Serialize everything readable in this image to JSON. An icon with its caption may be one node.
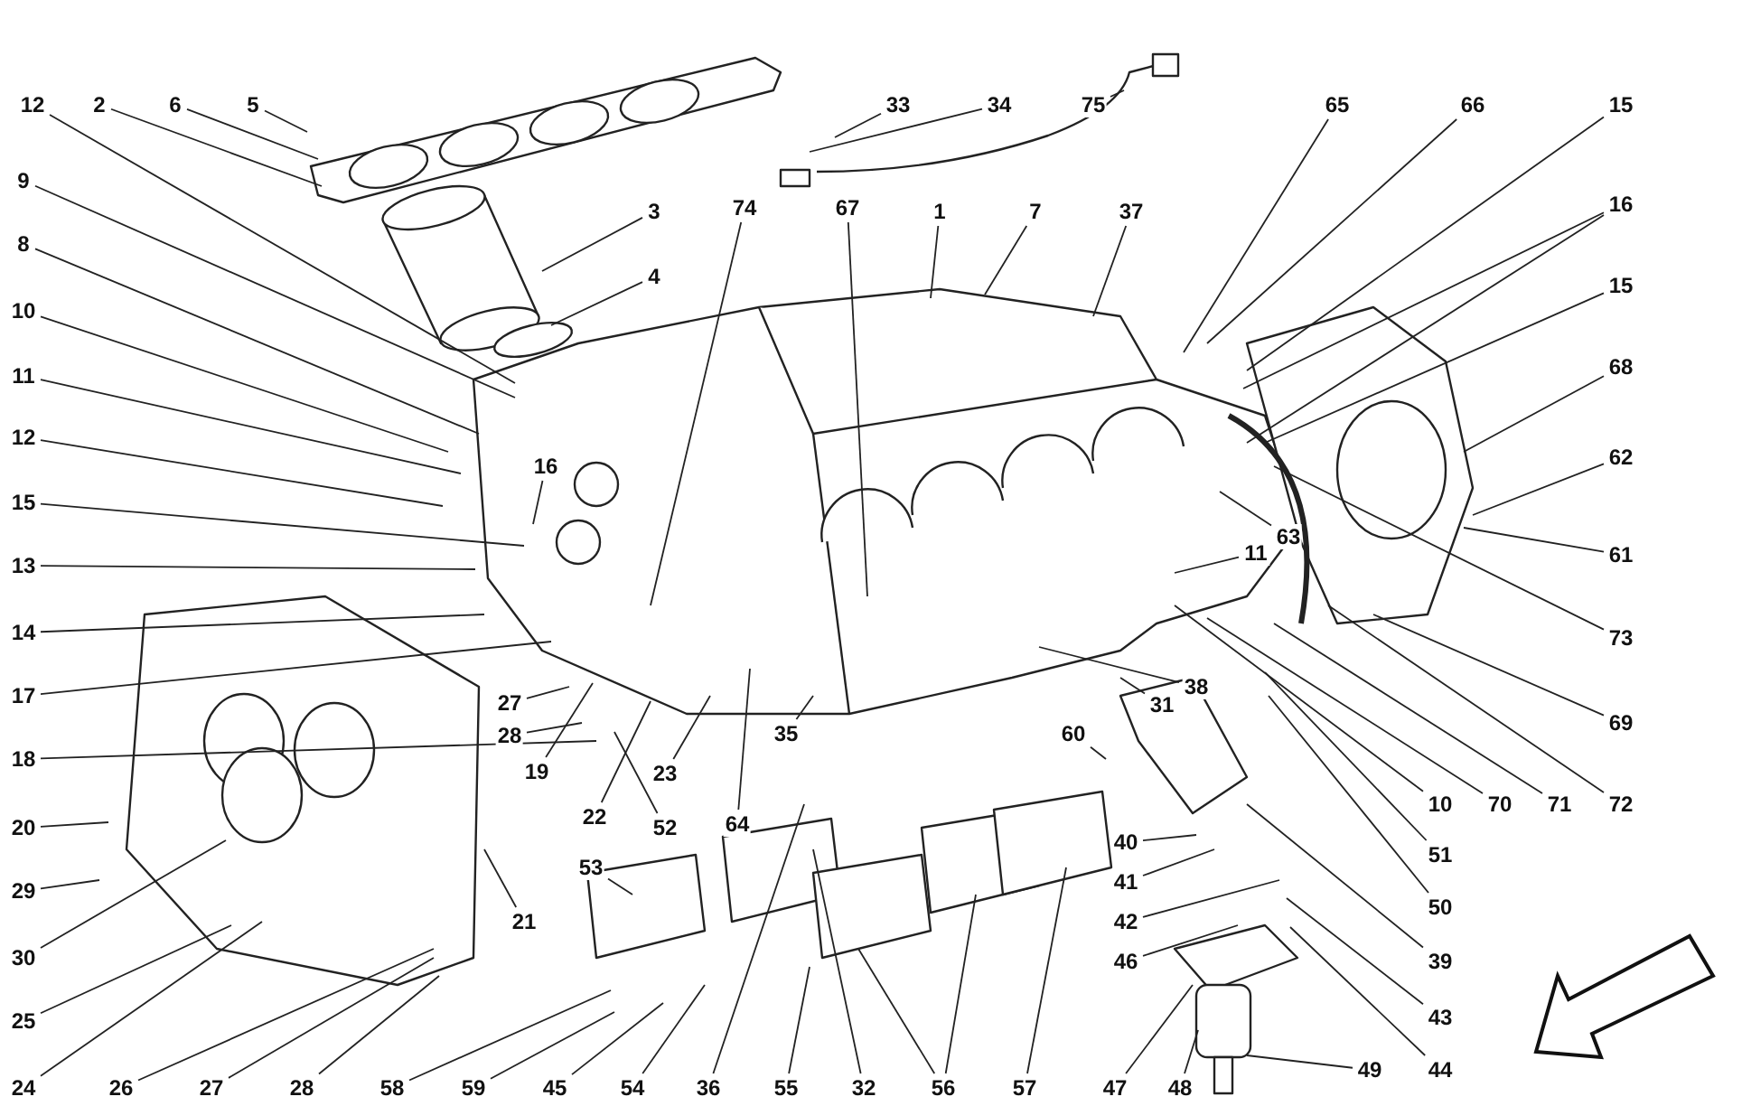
{
  "diagram": {
    "nodes": [
      {
        "text": [
          "12"
        ]
      },
      {
        "text": [
          "2"
        ]
      },
      {
        "text": [
          "6"
        ]
      },
      {
        "text": [
          "5"
        ]
      },
      {
        "text": [
          "33"
        ]
      },
      {
        "text": [
          "34"
        ]
      },
      {
        "text": [
          "75"
        ]
      },
      {
        "text": [
          "65"
        ]
      },
      {
        "text": [
          "66"
        ]
      },
      {
        "text": [
          "15"
        ]
      },
      {
        "text": [
          "9"
        ]
      },
      {
        "text": [
          "16"
        ]
      },
      {
        "text": [
          "3"
        ]
      },
      {
        "text": [
          "74"
        ]
      },
      {
        "text": [
          "67"
        ]
      },
      {
        "text": [
          "1"
        ]
      },
      {
        "text": [
          "7"
        ]
      },
      {
        "text": [
          "37"
        ]
      },
      {
        "text": [
          "8"
        ]
      },
      {
        "text": [
          "4"
        ]
      },
      {
        "text": [
          "15"
        ]
      },
      {
        "text": [
          "10"
        ]
      },
      {
        "text": [
          "68"
        ]
      },
      {
        "text": [
          "11"
        ]
      },
      {
        "text": [
          "12"
        ]
      },
      {
        "text": [
          "62"
        ]
      },
      {
        "text": [
          "16"
        ]
      },
      {
        "text": [
          "15"
        ]
      },
      {
        "text": [
          "63"
        ]
      },
      {
        "text": [
          "11"
        ]
      },
      {
        "text": [
          "61"
        ]
      },
      {
        "text": [
          "13"
        ]
      },
      {
        "text": [
          "14"
        ]
      },
      {
        "text": [
          "73"
        ]
      },
      {
        "text": [
          "17"
        ]
      },
      {
        "text": [
          "38"
        ]
      },
      {
        "text": [
          "31"
        ]
      },
      {
        "text": [
          "27"
        ]
      },
      {
        "text": [
          "69"
        ]
      },
      {
        "text": [
          "60"
        ]
      },
      {
        "text": [
          "35"
        ]
      },
      {
        "text": [
          "28"
        ]
      },
      {
        "text": [
          "18"
        ]
      },
      {
        "text": [
          "19"
        ]
      },
      {
        "text": [
          "23"
        ]
      },
      {
        "text": [
          "10"
        ]
      },
      {
        "text": [
          "70"
        ]
      },
      {
        "text": [
          "71"
        ]
      },
      {
        "text": [
          "72"
        ]
      },
      {
        "text": [
          "22"
        ]
      },
      {
        "text": [
          "64"
        ]
      },
      {
        "text": [
          "52"
        ]
      },
      {
        "text": [
          "20"
        ]
      },
      {
        "text": [
          "40"
        ]
      },
      {
        "text": [
          "51"
        ]
      },
      {
        "text": [
          "53"
        ]
      },
      {
        "text": [
          "41"
        ]
      },
      {
        "text": [
          "29"
        ]
      },
      {
        "text": [
          "50"
        ]
      },
      {
        "text": [
          "21"
        ]
      },
      {
        "text": [
          "42"
        ]
      },
      {
        "text": [
          "30"
        ]
      },
      {
        "text": [
          "46"
        ]
      },
      {
        "text": [
          "39"
        ]
      },
      {
        "text": [
          "43"
        ]
      },
      {
        "text": [
          "25"
        ]
      },
      {
        "text": [
          "49"
        ]
      },
      {
        "text": [
          "44"
        ]
      },
      {
        "text": [
          "24"
        ]
      },
      {
        "text": [
          "26"
        ]
      },
      {
        "text": [
          "27"
        ]
      },
      {
        "text": [
          "28"
        ]
      },
      {
        "text": [
          "58"
        ]
      },
      {
        "text": [
          "59"
        ]
      },
      {
        "text": [
          "45"
        ]
      },
      {
        "text": [
          "54"
        ]
      },
      {
        "text": [
          "36"
        ]
      },
      {
        "text": [
          "55"
        ]
      },
      {
        "text": [
          "32"
        ]
      },
      {
        "text": [
          "56"
        ]
      },
      {
        "text": [
          "57"
        ]
      },
      {
        "text": [
          "47"
        ]
      },
      {
        "text": [
          "48"
        ]
      }
    ],
    "edges": [
      {
        "from": 0,
        "to": null,
        "arrow": "none"
      },
      {
        "from": 1,
        "to": null,
        "arrow": "none"
      },
      {
        "from": 2,
        "to": null,
        "arrow": "none"
      },
      {
        "from": 3,
        "to": null,
        "arrow": "none"
      },
      {
        "from": 4,
        "to": null,
        "arrow": "none"
      },
      {
        "from": 5,
        "to": null,
        "arrow": "none"
      },
      {
        "from": 6,
        "to": null,
        "arrow": "none"
      },
      {
        "from": 7,
        "to": null,
        "arrow": "none"
      },
      {
        "from": 8,
        "to": null,
        "arrow": "none"
      },
      {
        "from": 9,
        "to": null,
        "arrow": "none"
      },
      {
        "from": 10,
        "to": null,
        "arrow": "none"
      },
      {
        "from": 11,
        "to": null,
        "arrow": "none"
      },
      {
        "from": 11,
        "to": null,
        "arrow": "none"
      },
      {
        "from": 12,
        "to": null,
        "arrow": "none"
      },
      {
        "from": 13,
        "to": null,
        "arrow": "none"
      },
      {
        "from": 14,
        "to": null,
        "arrow": "none"
      },
      {
        "from": 15,
        "to": null,
        "arrow": "none"
      },
      {
        "from": 16,
        "to": null,
        "arrow": "none"
      },
      {
        "from": 17,
        "to": null,
        "arrow": "none"
      },
      {
        "from": 18,
        "to": null,
        "arrow": "none"
      },
      {
        "from": 19,
        "to": null,
        "arrow": "none"
      },
      {
        "from": 20,
        "to": null,
        "arrow": "none"
      },
      {
        "from": 21,
        "to": null,
        "arrow": "none"
      },
      {
        "from": 22,
        "to": null,
        "arrow": "none"
      },
      {
        "from": 23,
        "to": null,
        "arrow": "none"
      },
      {
        "from": 24,
        "to": null,
        "arrow": "none"
      },
      {
        "from": 25,
        "to": null,
        "arrow": "none"
      },
      {
        "from": 26,
        "to": null,
        "arrow": "none"
      },
      {
        "from": 27,
        "to": null,
        "arrow": "none"
      },
      {
        "from": 28,
        "to": null,
        "arrow": "none"
      },
      {
        "from": 29,
        "to": null,
        "arrow": "none"
      },
      {
        "from": 30,
        "to": null,
        "arrow": "none"
      },
      {
        "from": 31,
        "to": null,
        "arrow": "none"
      },
      {
        "from": 32,
        "to": null,
        "arrow": "none"
      },
      {
        "from": 33,
        "to": null,
        "arrow": "none"
      },
      {
        "from": 34,
        "to": null,
        "arrow": "none"
      },
      {
        "from": 35,
        "to": null,
        "arrow": "none"
      },
      {
        "from": 36,
        "to": null,
        "arrow": "none"
      },
      {
        "from": 37,
        "to": null,
        "arrow": "none"
      },
      {
        "from": 38,
        "to": null,
        "arrow": "none"
      },
      {
        "from": 39,
        "to": null,
        "arrow": "none"
      },
      {
        "from": 40,
        "to": null,
        "arrow": "none"
      },
      {
        "from": 41,
        "to": null,
        "arrow": "none"
      },
      {
        "from": 42,
        "to": null,
        "arrow": "none"
      },
      {
        "from": 43,
        "to": null,
        "arrow": "none"
      },
      {
        "from": 44,
        "to": null,
        "arrow": "none"
      },
      {
        "from": 45,
        "to": null,
        "arrow": "none"
      },
      {
        "from": 46,
        "to": null,
        "arrow": "none"
      },
      {
        "from": 47,
        "to": null,
        "arrow": "none"
      },
      {
        "from": 48,
        "to": null,
        "arrow": "none"
      },
      {
        "from": 49,
        "to": null,
        "arrow": "none"
      },
      {
        "from": 50,
        "to": null,
        "arrow": "none"
      },
      {
        "from": 51,
        "to": null,
        "arrow": "none"
      },
      {
        "from": 52,
        "to": null,
        "arrow": "none"
      },
      {
        "from": 53,
        "to": null,
        "arrow": "none"
      },
      {
        "from": 54,
        "to": null,
        "arrow": "none"
      },
      {
        "from": 55,
        "to": null,
        "arrow": "none"
      },
      {
        "from": 56,
        "to": null,
        "arrow": "none"
      },
      {
        "from": 57,
        "to": null,
        "arrow": "none"
      },
      {
        "from": 58,
        "to": null,
        "arrow": "none"
      },
      {
        "from": 59,
        "to": null,
        "arrow": "none"
      },
      {
        "from": 60,
        "to": null,
        "arrow": "none"
      },
      {
        "from": 61,
        "to": null,
        "arrow": "none"
      },
      {
        "from": 62,
        "to": null,
        "arrow": "none"
      },
      {
        "from": 63,
        "to": null,
        "arrow": "none"
      },
      {
        "from": 64,
        "to": null,
        "arrow": "none"
      },
      {
        "from": 65,
        "to": null,
        "arrow": "none"
      },
      {
        "from": 66,
        "to": null,
        "arrow": "none"
      },
      {
        "from": 67,
        "to": null,
        "arrow": "none"
      },
      {
        "from": 68,
        "to": null,
        "arrow": "none"
      },
      {
        "from": 69,
        "to": null,
        "arrow": "none"
      },
      {
        "from": 70,
        "to": null,
        "arrow": "none"
      },
      {
        "from": 71,
        "to": null,
        "arrow": "none"
      },
      {
        "from": 72,
        "to": null,
        "arrow": "none"
      },
      {
        "from": 73,
        "to": null,
        "arrow": "none"
      },
      {
        "from": 74,
        "to": null,
        "arrow": "none"
      },
      {
        "from": 75,
        "to": null,
        "arrow": "none"
      },
      {
        "from": 76,
        "to": null,
        "arrow": "none"
      },
      {
        "from": 77,
        "to": null,
        "arrow": "none"
      },
      {
        "from": 78,
        "to": null,
        "arrow": "none"
      },
      {
        "from": 79,
        "to": null,
        "arrow": "none"
      },
      {
        "from": 79,
        "to": null,
        "arrow": "none"
      },
      {
        "from": 80,
        "to": null,
        "arrow": "none"
      },
      {
        "from": 81,
        "to": null,
        "arrow": "none"
      },
      {
        "from": 82,
        "to": null,
        "arrow": "none"
      }
    ]
  }
}
